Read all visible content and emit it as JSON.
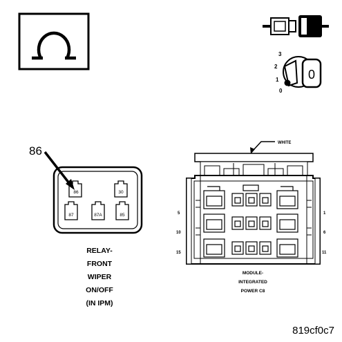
{
  "symbol": {
    "name": "ohmmeter-symbol",
    "glyph": "Ω"
  },
  "ignition": {
    "positions": [
      "3",
      "2",
      "1",
      "0"
    ],
    "key_label": "0"
  },
  "relay": {
    "callout_pin": "86",
    "pins": [
      "86",
      "30",
      "87",
      "87A",
      "85"
    ],
    "caption": [
      "RELAY-",
      "FRONT",
      "WIPER",
      "ON/OFF",
      "(IN IPM)"
    ]
  },
  "module": {
    "color_label": "WHITE",
    "pin_numbers_left": [
      "5",
      "10",
      "15"
    ],
    "pin_numbers_right": [
      "1",
      "6",
      "11"
    ],
    "caption": [
      "MODULE-",
      "INTEGRATED",
      "POWER C8"
    ]
  },
  "figure_id": "819cf0c7"
}
